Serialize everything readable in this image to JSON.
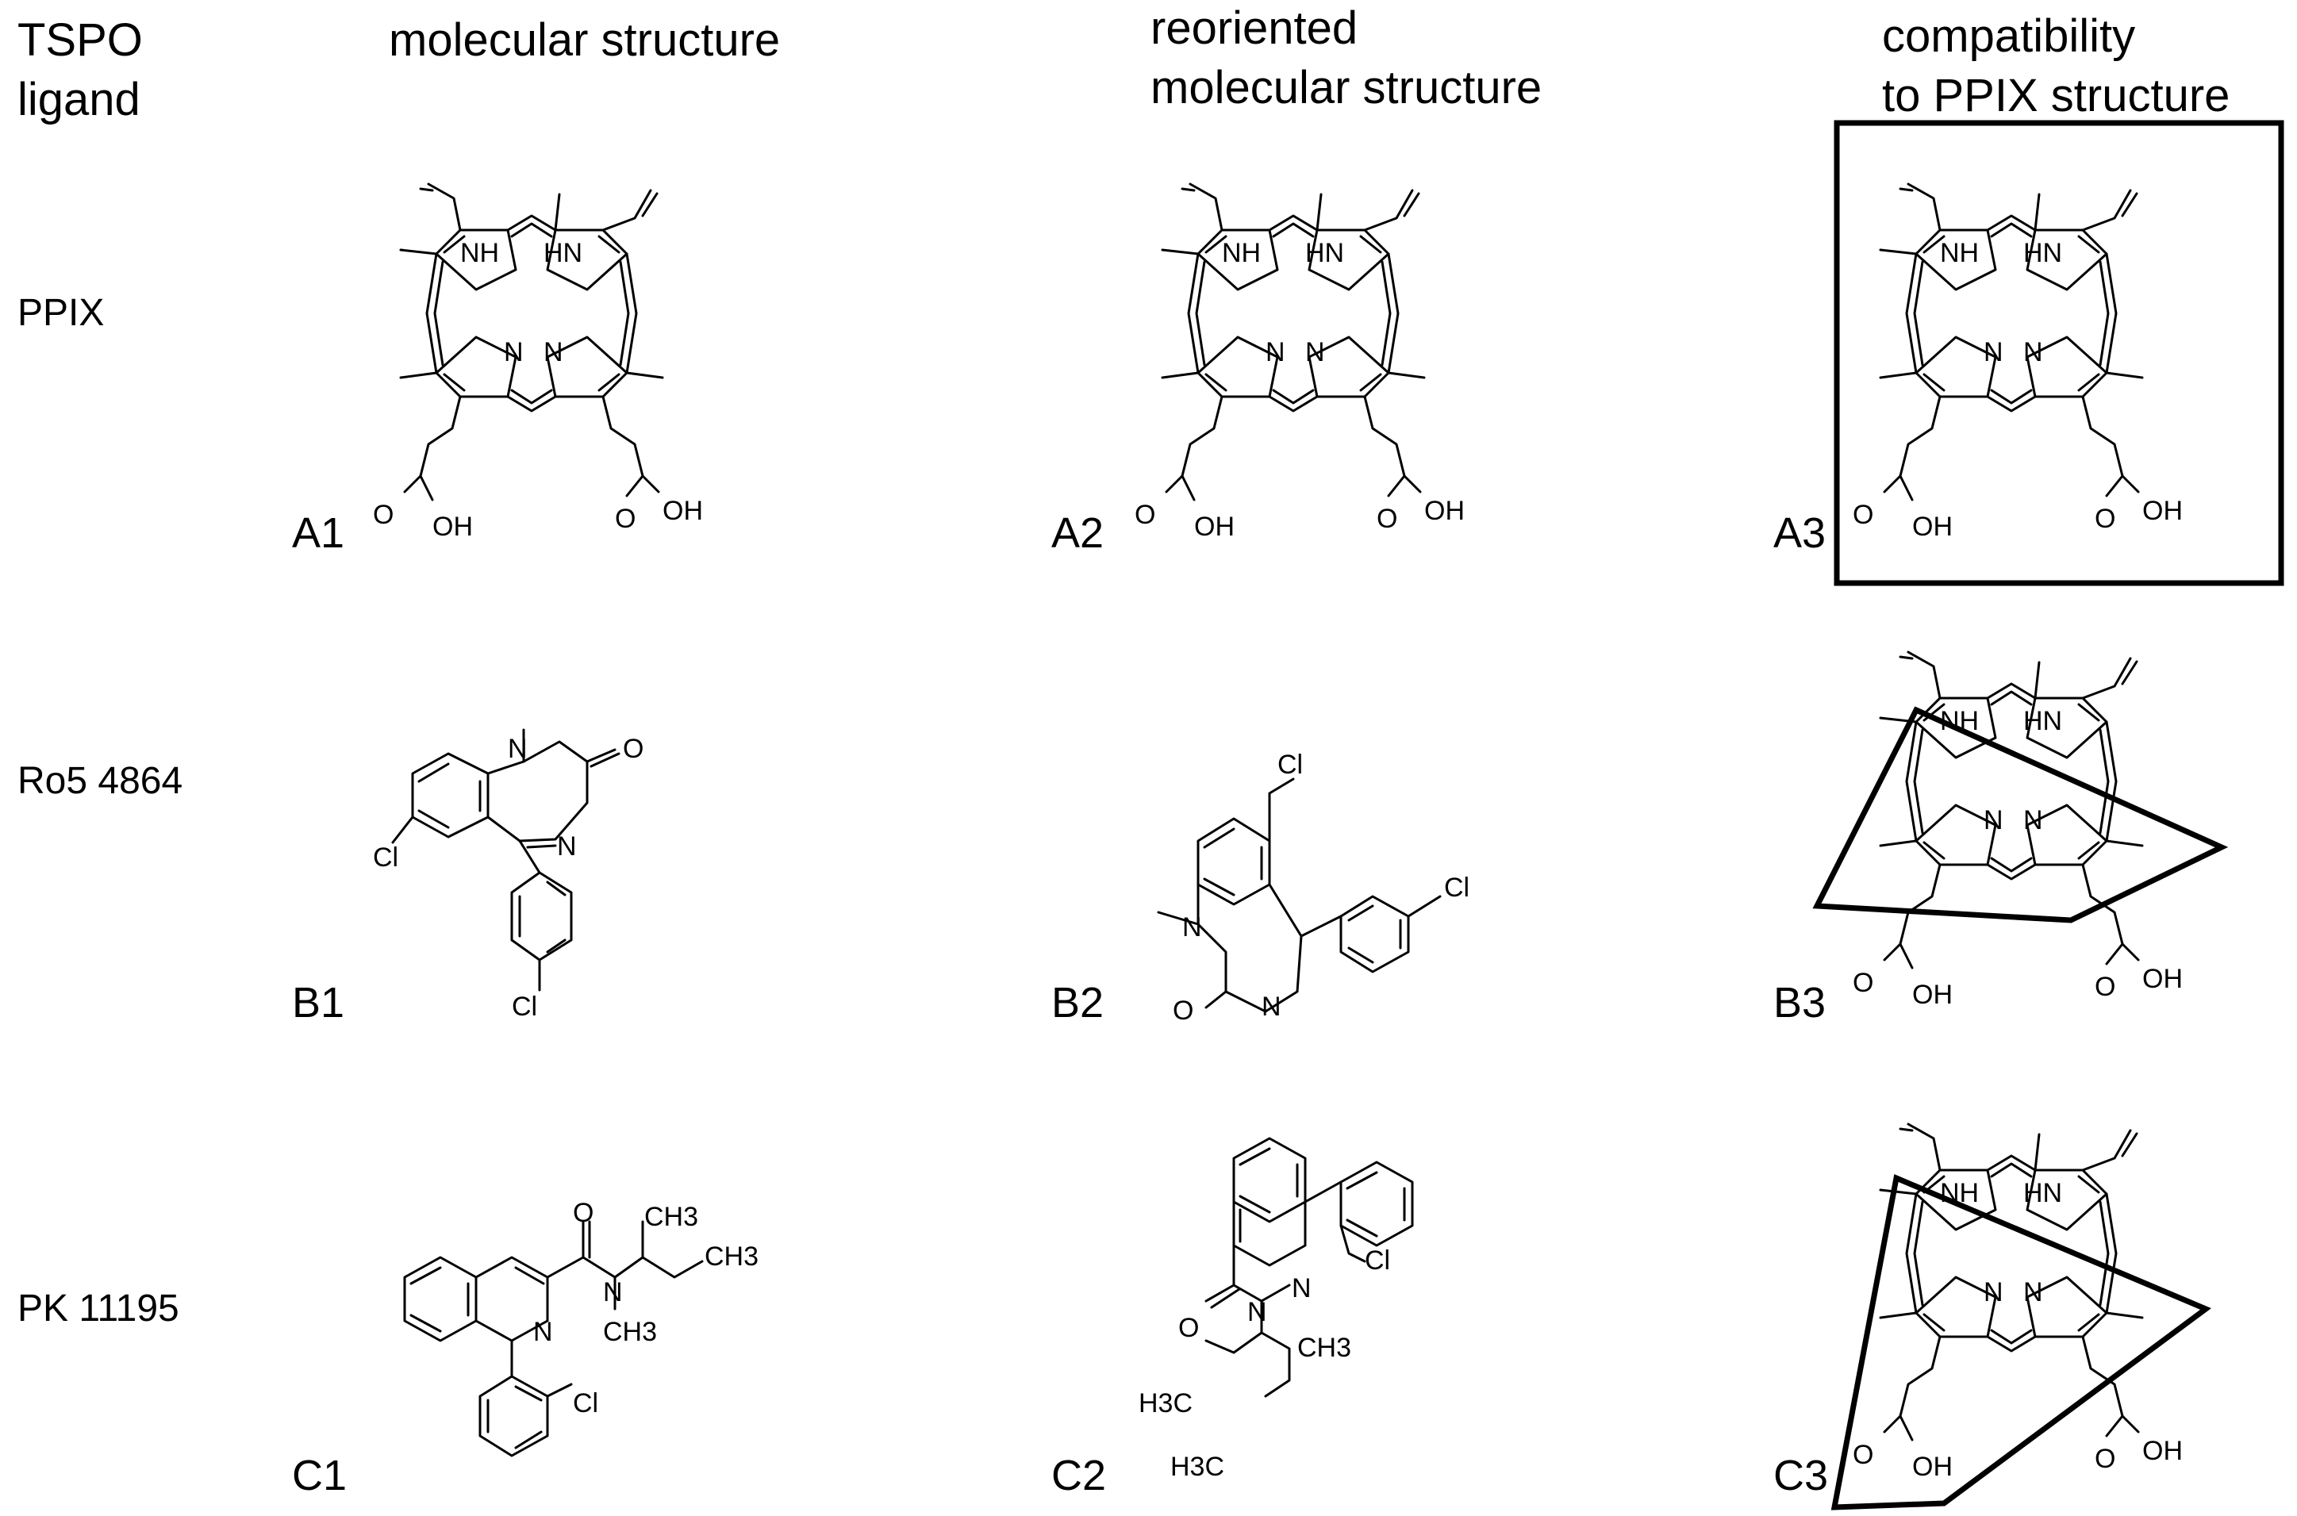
{
  "headers": {
    "col0": [
      "TSPO",
      "ligand"
    ],
    "col1": [
      "molecular structure"
    ],
    "col2": [
      "reoriented",
      "molecular structure"
    ],
    "col3": [
      "compatibility",
      "to PPIX structure"
    ]
  },
  "rows": [
    {
      "label": "PPIX",
      "panels": [
        "A1",
        "A2",
        "A3"
      ]
    },
    {
      "label": "Ro5 4864",
      "panels": [
        "B1",
        "B2",
        "B3"
      ]
    },
    {
      "label": "PK 11195",
      "panels": [
        "C1",
        "C2",
        "C3"
      ]
    }
  ],
  "atoms": {
    "nh": "NH",
    "hn": "HN",
    "n": "N",
    "o": "O",
    "oh": "OH",
    "cl": "Cl",
    "ch3": "CH3",
    "h3c": "H3C"
  }
}
